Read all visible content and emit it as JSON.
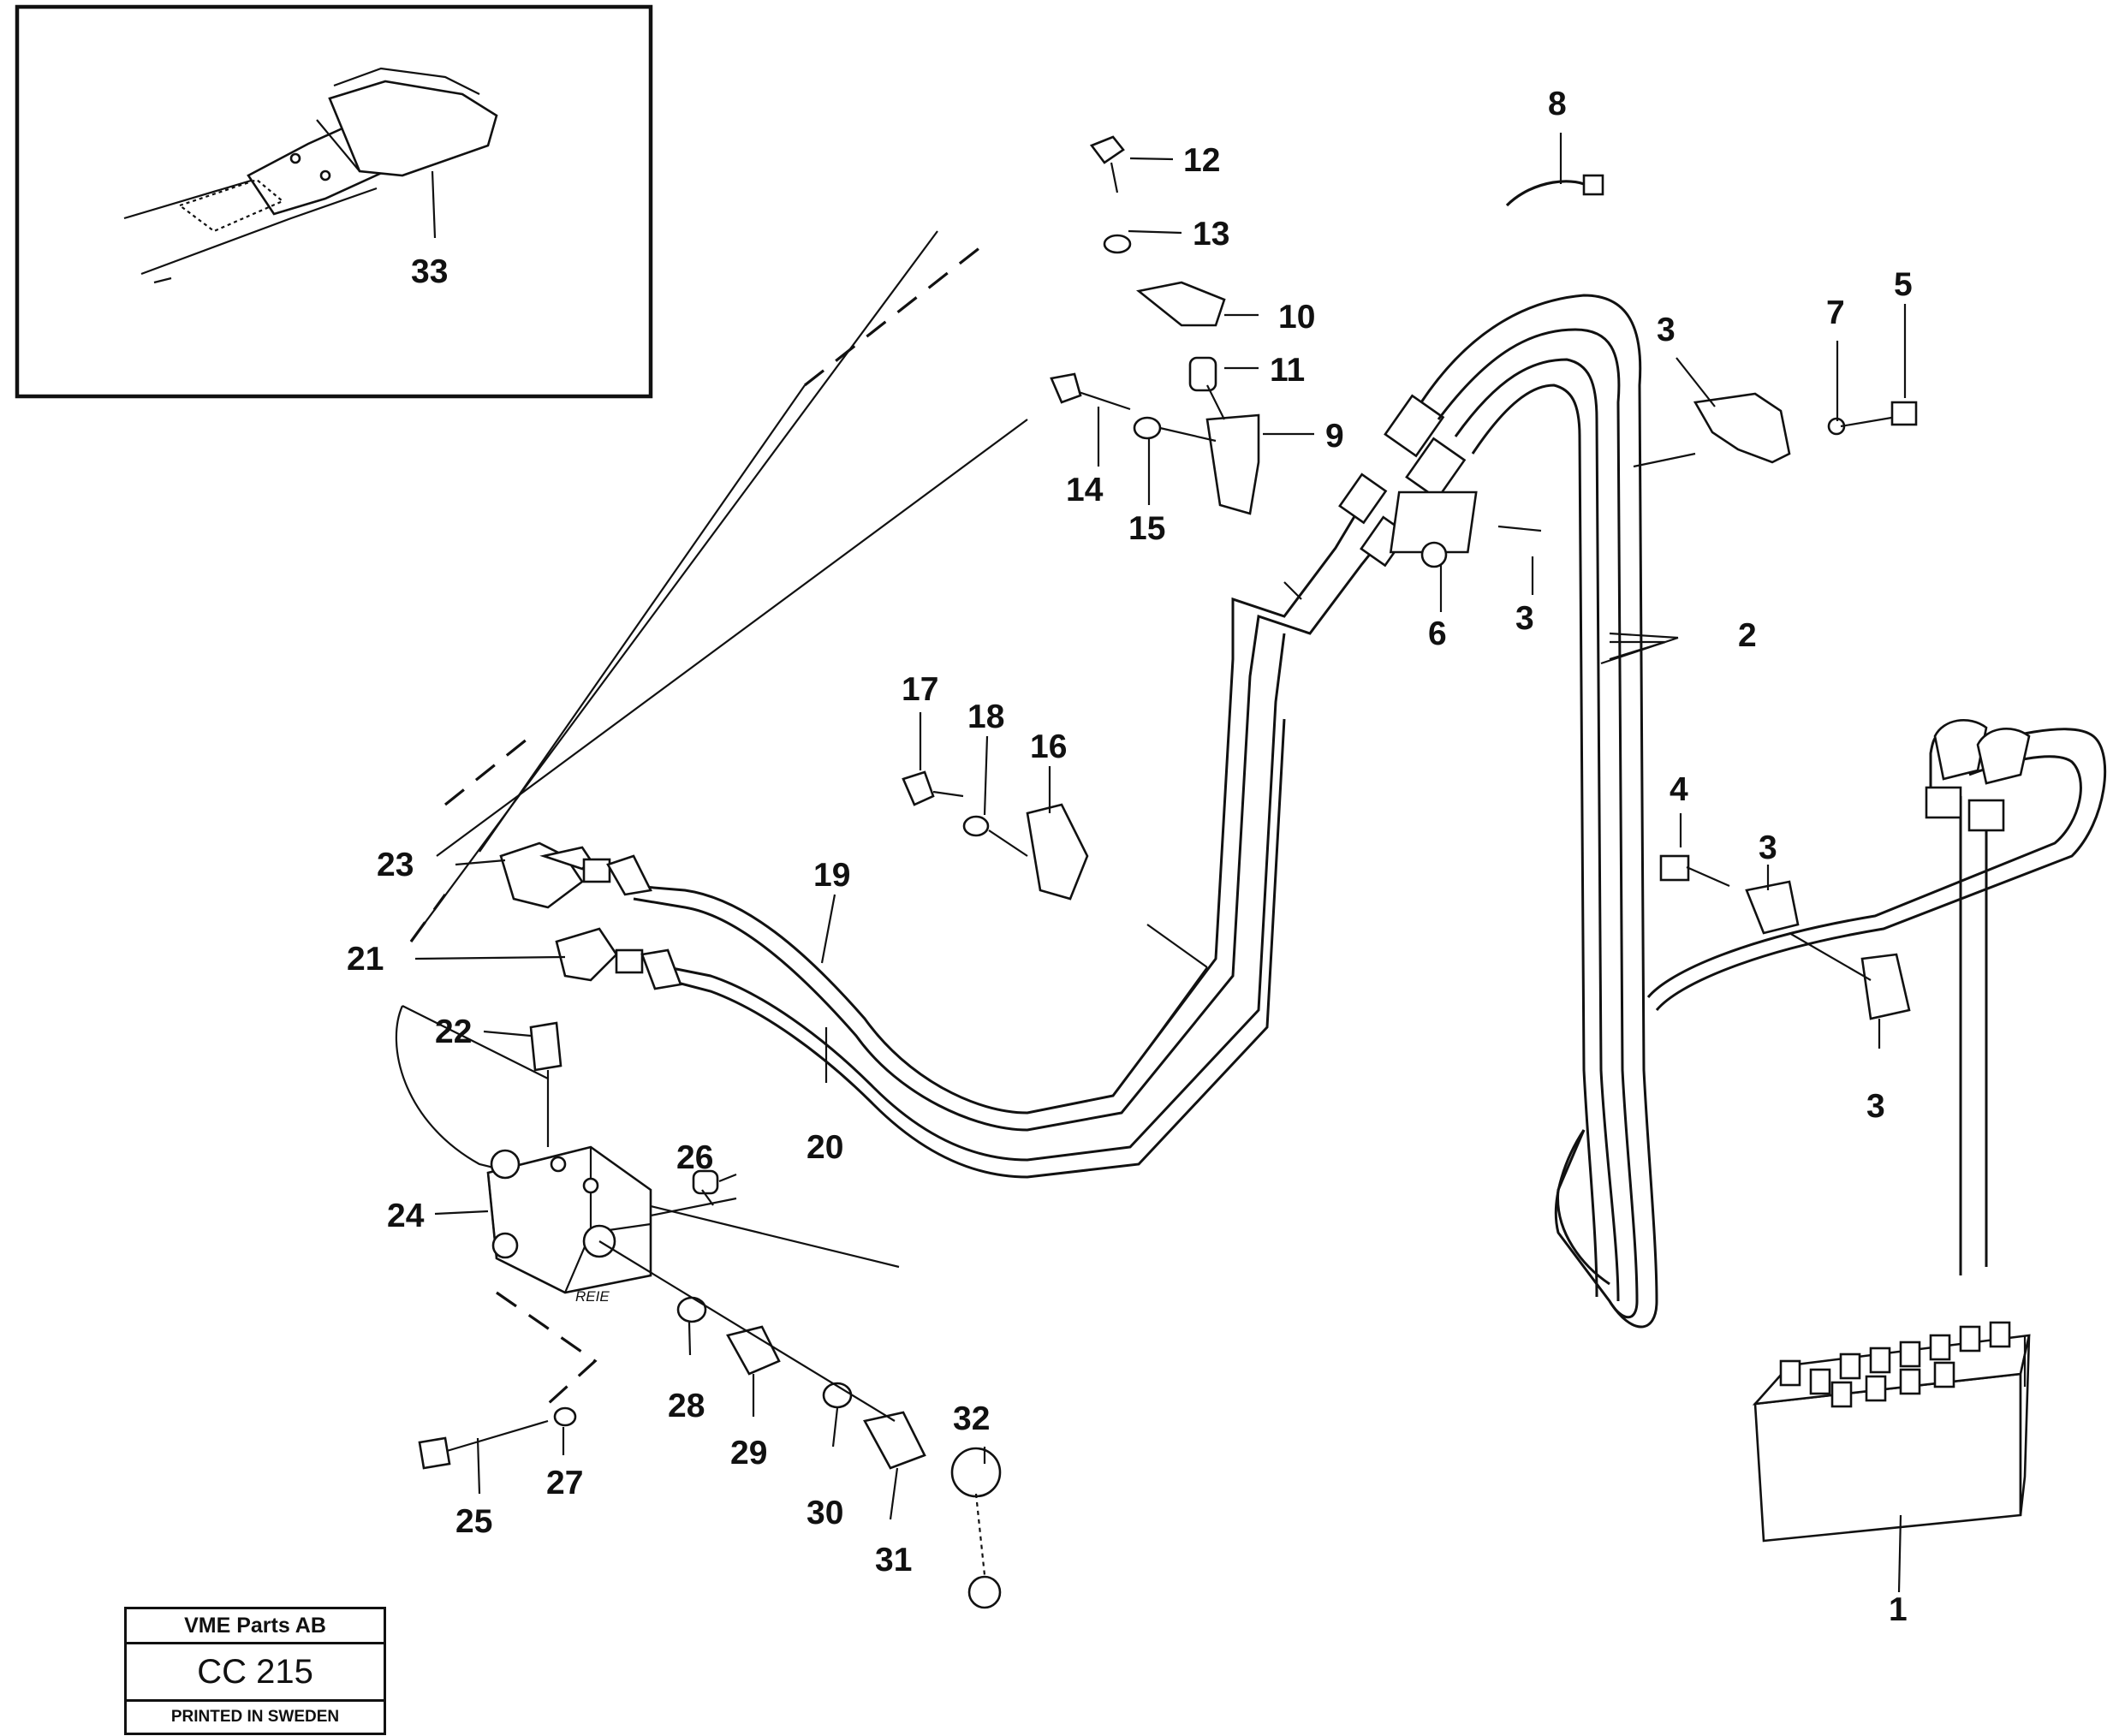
{
  "diagram": {
    "callouts": [
      "1",
      "2",
      "3",
      "4",
      "5",
      "6",
      "7",
      "8",
      "9",
      "10",
      "11",
      "12",
      "13",
      "14",
      "15",
      "16",
      "17",
      "18",
      "19",
      "20",
      "21",
      "22",
      "23",
      "24",
      "25",
      "26",
      "27",
      "28",
      "29",
      "30",
      "31",
      "32",
      "33"
    ],
    "marking": "REIE"
  },
  "stamp": {
    "company": "VME Parts AB",
    "code": "CC 215",
    "printed": "PRINTED IN SWEDEN"
  }
}
